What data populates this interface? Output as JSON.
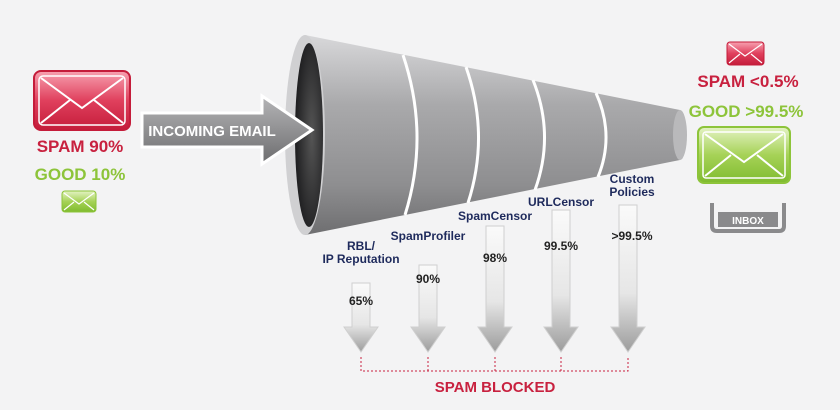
{
  "incoming": {
    "label": "INCOMING EMAIL",
    "spam": "SPAM 90%",
    "good": "GOOD 10%"
  },
  "outgoing": {
    "spam": "SPAM <0.5%",
    "good": "GOOD >99.5%",
    "inbox": "INBOX"
  },
  "filters": [
    {
      "name_line1": "RBL/",
      "name_line2": "IP Reputation",
      "blocked": "65%"
    },
    {
      "name_line1": "SpamProfiler",
      "name_line2": "",
      "blocked": "90%"
    },
    {
      "name_line1": "SpamCensor",
      "name_line2": "",
      "blocked": "98%"
    },
    {
      "name_line1": "URLCensor",
      "name_line2": "",
      "blocked": "99.5%"
    },
    {
      "name_line1": "Custom",
      "name_line2": "Policies",
      "blocked": ">99.5%"
    }
  ],
  "spam_blocked": "SPAM BLOCKED",
  "colors": {
    "spam": "#c8213f",
    "good": "#8dc43a",
    "label": "#1e2a5c",
    "funnel": "#9a9a9c"
  }
}
